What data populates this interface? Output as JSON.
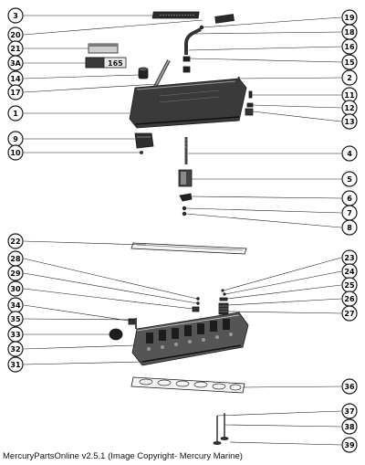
{
  "diagram": {
    "caption": "MercuryPartsOnline v2.5.1 (Image Copyright- Mercury Marine)",
    "decal_text": "165",
    "ink_color": "#1a1a1a",
    "part_fill": "#3a3a3a",
    "callouts_left": [
      {
        "id": "3",
        "label": "3"
      },
      {
        "id": "20",
        "label": "20"
      },
      {
        "id": "21",
        "label": "21"
      },
      {
        "id": "3A",
        "label": "3A"
      },
      {
        "id": "14",
        "label": "14"
      },
      {
        "id": "17",
        "label": "17"
      },
      {
        "id": "1",
        "label": "1"
      },
      {
        "id": "9",
        "label": "9"
      },
      {
        "id": "10",
        "label": "10"
      },
      {
        "id": "22",
        "label": "22"
      },
      {
        "id": "28",
        "label": "28"
      },
      {
        "id": "29",
        "label": "29"
      },
      {
        "id": "30",
        "label": "30"
      },
      {
        "id": "34",
        "label": "34"
      },
      {
        "id": "35",
        "label": "35"
      },
      {
        "id": "33",
        "label": "33"
      },
      {
        "id": "32",
        "label": "32"
      },
      {
        "id": "31",
        "label": "31"
      }
    ],
    "callouts_right": [
      {
        "id": "19",
        "label": "19"
      },
      {
        "id": "18",
        "label": "18"
      },
      {
        "id": "16",
        "label": "16"
      },
      {
        "id": "15",
        "label": "15"
      },
      {
        "id": "2",
        "label": "2"
      },
      {
        "id": "11",
        "label": "11"
      },
      {
        "id": "12",
        "label": "12"
      },
      {
        "id": "13",
        "label": "13"
      },
      {
        "id": "4",
        "label": "4"
      },
      {
        "id": "5",
        "label": "5"
      },
      {
        "id": "6",
        "label": "6"
      },
      {
        "id": "7",
        "label": "7"
      },
      {
        "id": "8",
        "label": "8"
      },
      {
        "id": "23",
        "label": "23"
      },
      {
        "id": "24",
        "label": "24"
      },
      {
        "id": "25",
        "label": "25"
      },
      {
        "id": "26",
        "label": "26"
      },
      {
        "id": "27",
        "label": "27"
      },
      {
        "id": "36",
        "label": "36"
      },
      {
        "id": "37",
        "label": "37"
      },
      {
        "id": "38",
        "label": "38"
      },
      {
        "id": "39",
        "label": "39"
      }
    ]
  }
}
